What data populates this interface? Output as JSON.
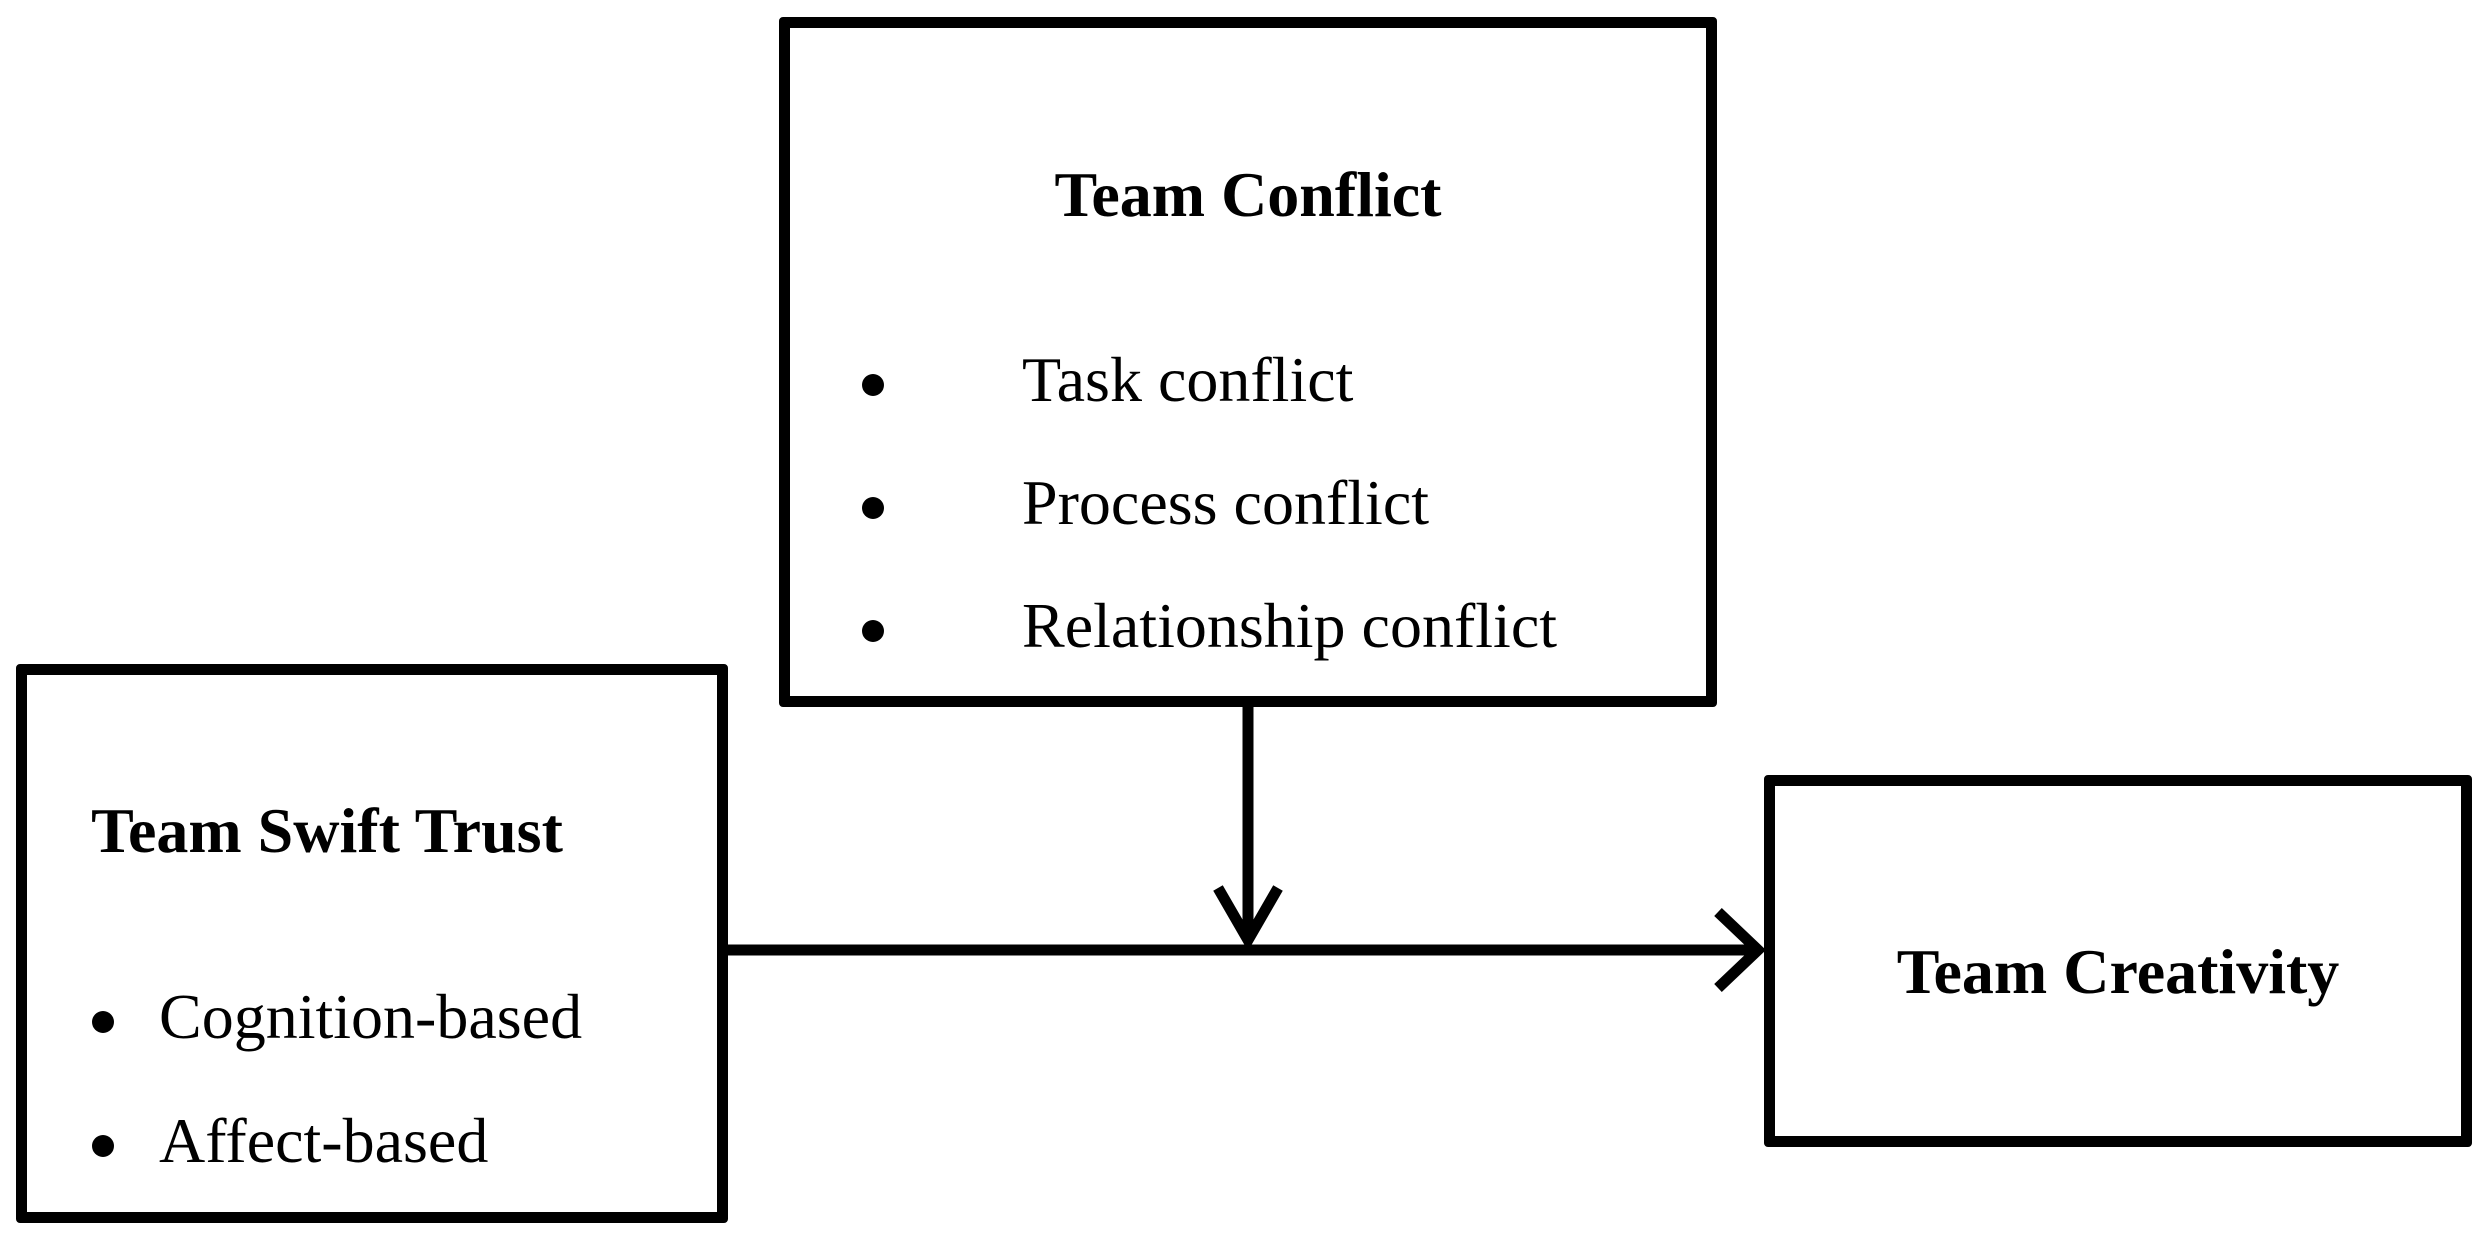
{
  "diagram": {
    "moderator": {
      "title": "Team Conflict",
      "items": [
        "Task conflict",
        "Process conflict",
        "Relationship conflict"
      ]
    },
    "predictor": {
      "title": "Team Swift Trust",
      "items": [
        "Cognition-based",
        "Affect-based"
      ]
    },
    "outcome": {
      "title": "Team Creativity"
    },
    "edges": [
      {
        "from": "predictor",
        "to": "outcome",
        "type": "arrow"
      },
      {
        "from": "moderator",
        "to": "predictor-outcome-path",
        "type": "arrow"
      }
    ]
  }
}
